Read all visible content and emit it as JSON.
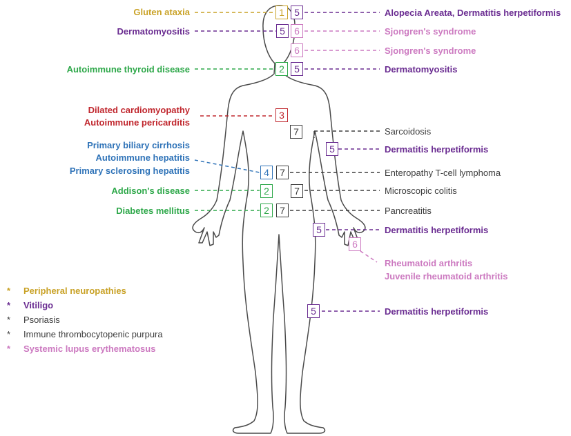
{
  "colors": {
    "gold": "#c9a227",
    "purple": "#6a2c91",
    "pink": "#cc79c0",
    "green": "#2ea84a",
    "red": "#c0262d",
    "blue": "#2f73b8",
    "dark": "#3d3d3d",
    "outline": "#4a4a4a"
  },
  "labels": {
    "gluten_ataxia": "Gluten ataxia",
    "dermatomyositis_left": "Dermatomyositis",
    "autoimmune_thyroid": "Autoimmune thyroid disease",
    "dilated_cardiomyopathy": "Dilated cardiomyopathy",
    "autoimmune_pericarditis": "Autoimmune pericarditis",
    "primary_biliary": "Primary biliary cirrhosis",
    "autoimmune_hepatitis": "Autoimmune hepatitis",
    "primary_sclerosing": "Primary sclerosing hepatitis",
    "addisons": "Addison's disease",
    "diabetes": "Diabetes mellitus",
    "alopecia_dh": "Alopecia Areata, Dermatitis herpetiformis",
    "sjogren_1": "Sjongren's syndrome",
    "sjogren_2": "Sjongren's syndrome",
    "dermatomyositis_right": "Dermatomyositis",
    "sarcoidosis": "Sarcoidosis",
    "dh_trunk": "Dermatitis herpetiformis",
    "enteropathy": "Enteropathy T-cell lymphoma",
    "microscopic_colitis": "Microscopic colitis",
    "pancreatitis": "Pancreatitis",
    "dh_hand": "Dermatitis herpetiformis",
    "rheumatoid": "Rheumatoid arthritis",
    "juvenile_rheumatoid": "Juvenile rheumatoid arthritis",
    "dh_leg": "Dermatitis herpetiformis"
  },
  "boxes": {
    "b1_head": "1",
    "b5_head": "5",
    "b5_face": "5",
    "b6_face": "6",
    "b6_chin": "6",
    "b2_thyroid": "2",
    "b5_neck": "5",
    "b3_heart": "3",
    "b7_lung": "7",
    "b5_trunk": "5",
    "b4_liver": "4",
    "b7_intestine": "7",
    "b2_adrenal": "2",
    "b7_colon": "7",
    "b2_pancreas": "2",
    "b7_pancreas": "7",
    "b5_hand": "5",
    "b6_wrist": "6",
    "b5_leg": "5"
  },
  "legend": [
    {
      "star": "*",
      "text": "Peripheral neuropathies",
      "color": "gold"
    },
    {
      "star": "*",
      "text": "Vitiligo",
      "color": "purple"
    },
    {
      "star": "*",
      "text": "Psoriasis",
      "color": "dark"
    },
    {
      "star": "*",
      "text": "Immune thrombocytopenic purpura",
      "color": "dark"
    },
    {
      "star": "*",
      "text": "Systemic lupus erythematosus",
      "color": "pink"
    }
  ]
}
